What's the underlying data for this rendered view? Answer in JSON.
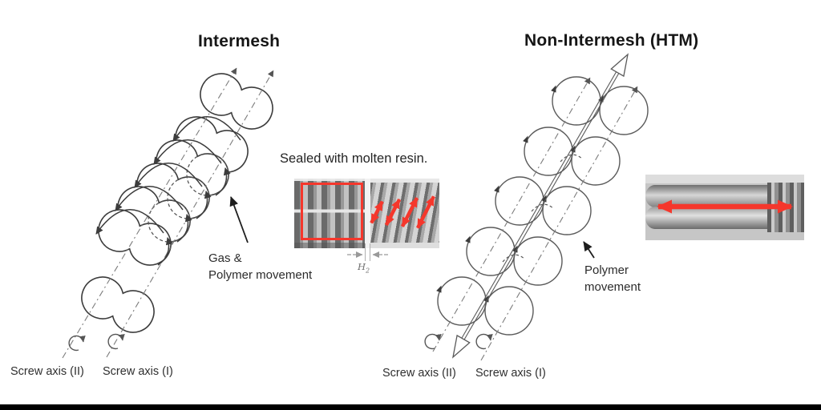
{
  "meta": {
    "background": "#ffffff",
    "bottom_bar_color": "#000000",
    "accent_red": "#f5372c",
    "ink": "#3c3c3c"
  },
  "intermesh": {
    "title": "Intermesh",
    "movement_label_line1": "Gas &",
    "movement_label_line2": "Polymer movement",
    "axis_label_left": "Screw axis (II)",
    "axis_label_right": "Screw axis (I)"
  },
  "center": {
    "caption": "Sealed with molten resin.",
    "gap_label_main": "H",
    "gap_label_sub": "2"
  },
  "non_intermesh": {
    "title": "Non-Intermesh (HTM)",
    "movement_label_line1": "Polymer",
    "movement_label_line2": "movement",
    "axis_label_left": "Screw axis (II)",
    "axis_label_right": "Screw axis (I)"
  }
}
